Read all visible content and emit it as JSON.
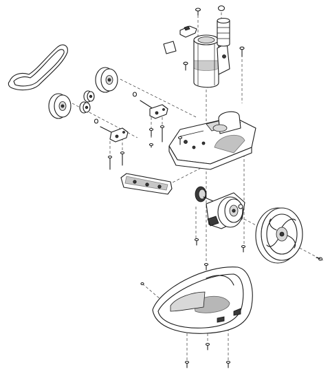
{
  "diagram": {
    "type": "exploded-parts-view",
    "colors": {
      "line": "#1a1a1a",
      "fill": "#ffffff",
      "shade": "#9a9a9a",
      "dark": "#3a3a3a"
    },
    "parts": [
      "drive-belt",
      "top-screw",
      "o-ring",
      "cover-clip",
      "label-plate",
      "motor-housing",
      "water-inlet-nozzle",
      "housing-screw",
      "upper-roller-wheel",
      "lower-roller-wheel",
      "upper-axle-bushing",
      "lower-axle-bushing",
      "upper-axle-pin",
      "lower-axle-pin",
      "upper-axle-bracket",
      "lower-axle-bracket",
      "bracket-screws",
      "chassis-frame",
      "chassis-screws",
      "front-bumper",
      "turbine-gear",
      "gearbox-assembly",
      "gearbox-screws",
      "main-wheel",
      "wheel-screw",
      "bottom-cover",
      "bottom-cover-screws"
    ]
  }
}
